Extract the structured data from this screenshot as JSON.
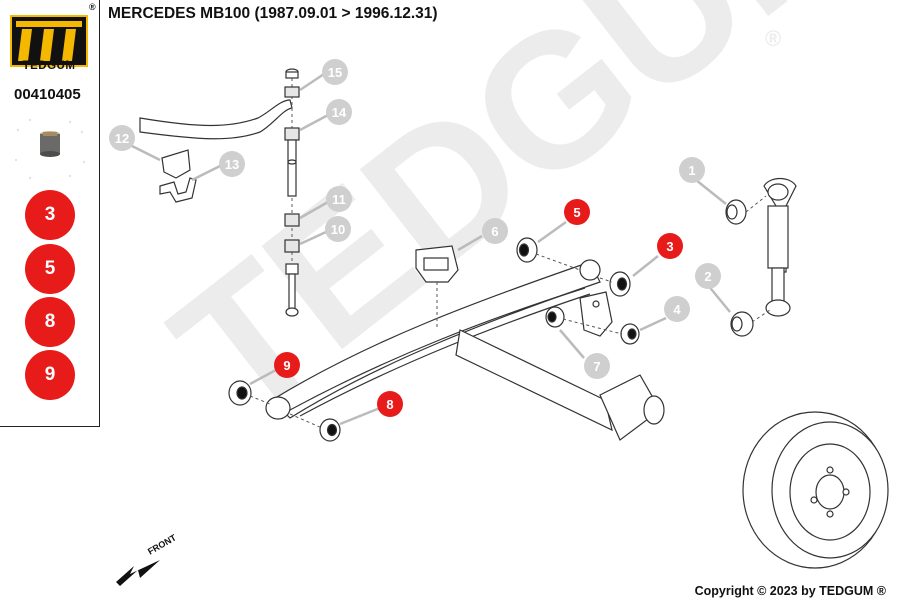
{
  "brand": {
    "name": "TEDGUM",
    "reg": "®"
  },
  "part_number": "00410405",
  "title": {
    "vehicle": "MERCEDES MB100",
    "date_range": "(1987.09.01 > 1996.12.31)"
  },
  "highlighted_positions": [
    "3",
    "5",
    "8",
    "9"
  ],
  "callouts": {
    "c1": "1",
    "c2": "2",
    "c3": "3",
    "c4": "4",
    "c5": "5",
    "c6": "6",
    "c7": "7",
    "c8": "8",
    "c9": "9",
    "c10": "10",
    "c11": "11",
    "c12": "12",
    "c13": "13",
    "c14": "14",
    "c15": "15"
  },
  "watermark": "TEDGUM",
  "watermark_reg": "®",
  "front_label": "FRONT",
  "copyright": "Copyright © 2023 by TEDGUM ®",
  "colors": {
    "highlight": "#e81b1b",
    "callout_grey": "#cfcfcf",
    "watermark": "#ececec"
  }
}
